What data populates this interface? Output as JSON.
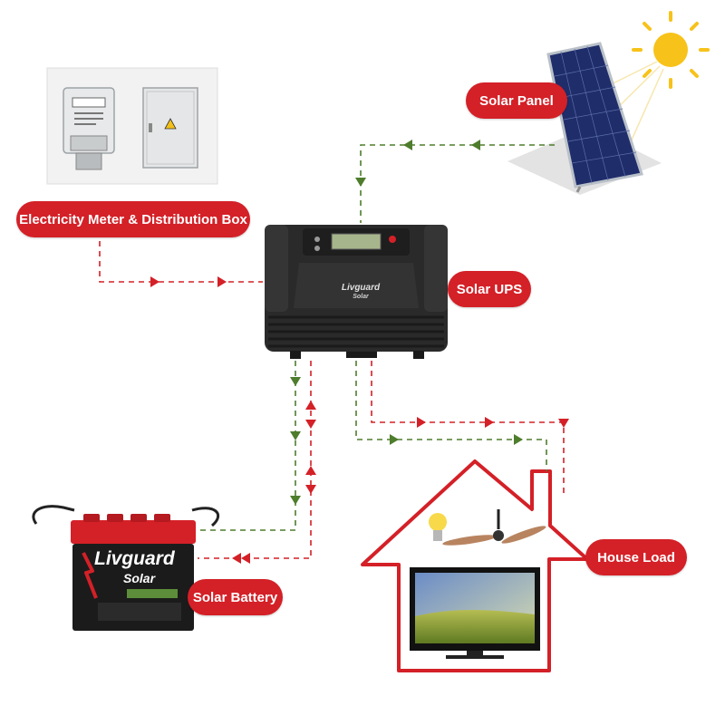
{
  "labels": {
    "solar_panel": "Solar Panel",
    "meter_box": "Electricity Meter & Distribution Box",
    "solar_ups": "Solar UPS",
    "solar_battery": "Solar Battery",
    "house_load": "House Load"
  },
  "brand": {
    "name": "Livguard",
    "sub": "Solar"
  },
  "colors": {
    "accent": "#d42027",
    "dc_flow": "#4e7d2c",
    "ac_flow": "#d42027",
    "device": "#2a2a2a",
    "battery_body": "#1b1b1b",
    "battery_top": "#d42027",
    "sun": "#f7c21a",
    "panel": "#1f2d6b"
  },
  "icons": [
    "sun-icon",
    "solar-panel-icon",
    "energy-meter-icon",
    "distribution-box-icon",
    "ups-icon",
    "battery-icon",
    "house-icon",
    "bulb-icon",
    "ceiling-fan-icon",
    "tv-icon"
  ]
}
